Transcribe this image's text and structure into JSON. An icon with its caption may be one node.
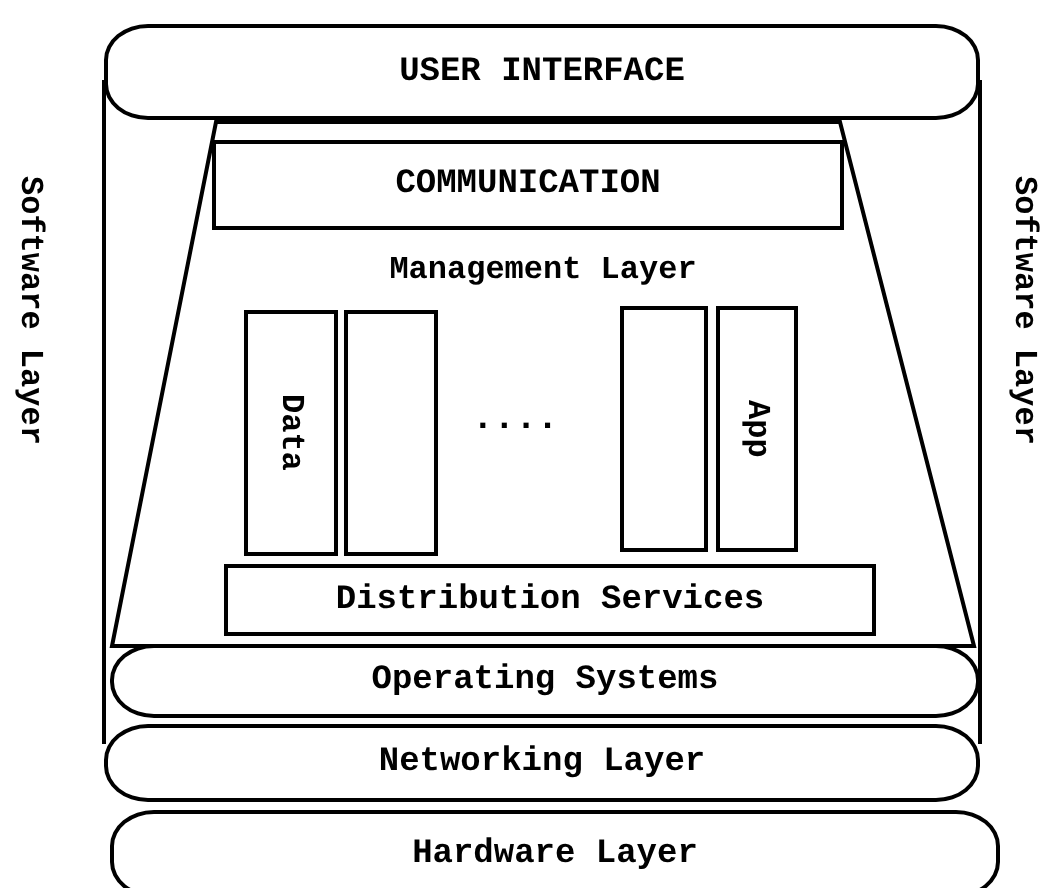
{
  "diagram": {
    "nodes": [
      {
        "text": [
          "USER INTERFACE"
        ]
      },
      {
        "text": [
          "Management Layer"
        ]
      },
      {
        "text": [
          "COMMUNICATION"
        ],
        "in": 1
      },
      {
        "text": [
          "Data"
        ],
        "in": 1
      },
      {
        "text": [],
        "shape": "box",
        "in": 1
      },
      {
        "text": [],
        "shape": "box",
        "in": 1
      },
      {
        "text": [
          "App"
        ],
        "in": 1
      },
      {
        "text": [
          "Distribution Services"
        ],
        "in": 1
      },
      {
        "text": [
          "Operating Systems"
        ]
      },
      {
        "text": [
          "Networking Layer"
        ]
      },
      {
        "text": [
          "Hardware Layer"
        ]
      }
    ],
    "edges": [],
    "labels": [
      "Software Layer",
      "....",
      "Software Layer"
    ]
  }
}
